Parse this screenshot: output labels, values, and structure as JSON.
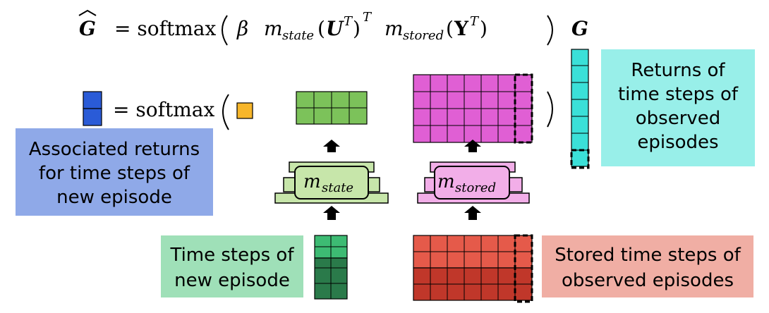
{
  "equation": {
    "lhs": "G",
    "eq_softmax": "= softmax",
    "beta": "β",
    "m": "m",
    "state_sub": "state",
    "stored_sub": "stored",
    "U": "U",
    "Y": "Y",
    "T": "T",
    "rhs": "G"
  },
  "row2": {
    "eq_softmax": "= softmax"
  },
  "modules": {
    "state": {
      "m": "m",
      "sub": "state"
    },
    "stored": {
      "m": "m",
      "sub": "stored"
    }
  },
  "labels": {
    "associated": [
      "Associated returns",
      "for time steps of",
      "new episode"
    ],
    "returns": [
      "Returns of",
      "time steps of",
      "observed",
      "episodes"
    ],
    "time_steps": [
      "Time steps of",
      "new episode"
    ],
    "stored_steps": [
      "Stored time steps of",
      "observed episodes"
    ]
  },
  "colors": {
    "blue_cell": "#2a5bd7",
    "orange_cell": "#f7b62a",
    "green_cell": "#7cc25a",
    "magenta_cell": "#e05fd4",
    "cyan_cell": "#3be0d8",
    "dark_green": "#2a7a4a",
    "light_green": "#3dbb73",
    "red_dark": "#c0372a",
    "red_light": "#e55a4a",
    "module_state": "#c7e6aa",
    "module_stored": "#f2aee8",
    "box_associated": "#8fa9e8",
    "box_returns": "#98efe9",
    "box_time": "#9fe0b8",
    "box_stored": "#f0aea4"
  },
  "icons": {
    "arrow": "up-arrow-icon"
  }
}
